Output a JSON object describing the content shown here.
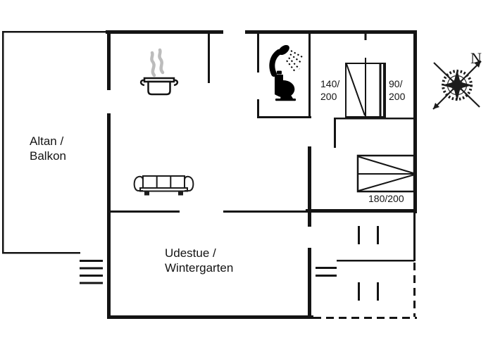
{
  "page": {
    "type": "floor-plan",
    "background": "#ffffff",
    "line_color": "#141414",
    "steam_color": "#bcbcbc"
  },
  "labels": {
    "balcony_line1": "Altan /",
    "balcony_line2": "Balkon",
    "wintergarden_line1": "Udestue /",
    "wintergarden_line2": "Wintergarten",
    "bed_140_line1": "140/",
    "bed_140_line2": "200",
    "bed_90_line1": "90/",
    "bed_90_line2": "200",
    "bed_180": "180/200",
    "compass_north": "N"
  },
  "icons": [
    "cooking-pot-icon",
    "steam-icon",
    "shower-icon",
    "toilet-icon",
    "sofa-icon",
    "double-bed-140-icon",
    "single-bed-90-icon",
    "double-bed-180-icon",
    "compass-rose-icon"
  ]
}
